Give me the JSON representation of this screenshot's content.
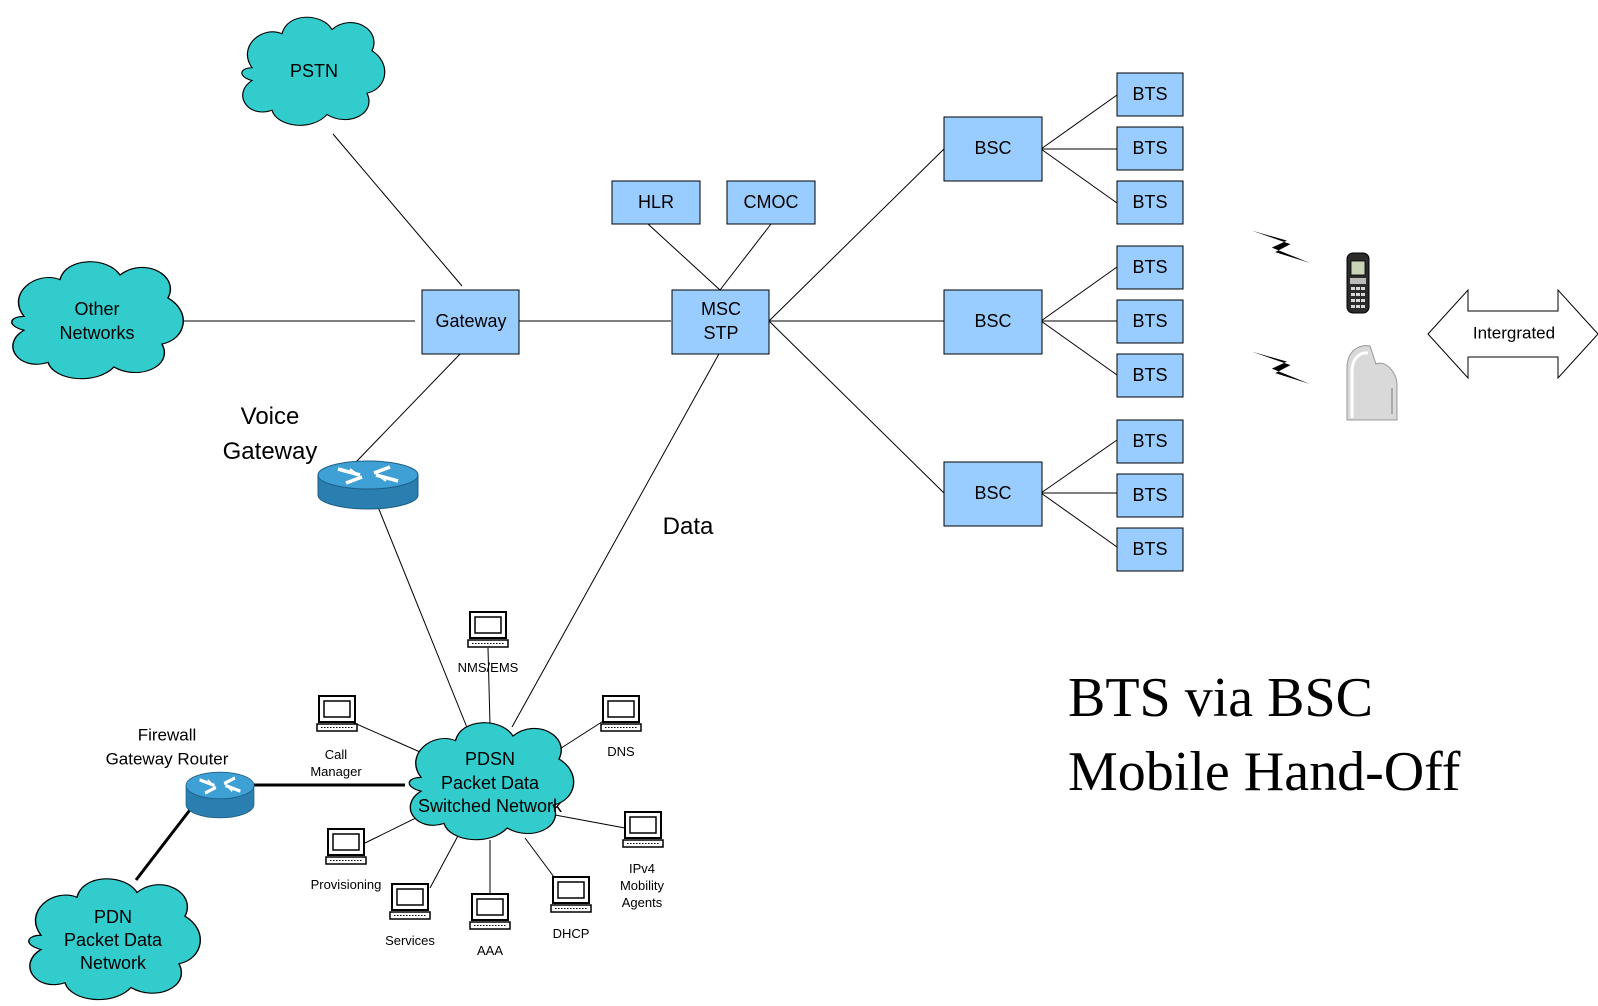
{
  "clouds": {
    "pstn": "PSTN",
    "other_networks": [
      "Other",
      "Networks"
    ],
    "pdsn": [
      "PDSN",
      "Packet Data",
      "Switched Network"
    ],
    "pdn": [
      "PDN",
      "Packet Data",
      "Network"
    ]
  },
  "boxes": {
    "gateway": "Gateway",
    "msc_stp": [
      "MSC",
      "STP"
    ],
    "hlr": "HLR",
    "cmoc": "CMOC",
    "bsc": "BSC",
    "bts": "BTS"
  },
  "labels": {
    "voice_gateway": [
      "Voice",
      "Gateway"
    ],
    "data": "Data",
    "firewall": [
      "Firewall",
      "Gateway Router"
    ],
    "intergrated": "Intergrated"
  },
  "terminals": {
    "nms_ems": "NMS/EMS",
    "call_manager": [
      "Call",
      "Manager"
    ],
    "dns": "DNS",
    "provisioning": "Provisioning",
    "services": "Services",
    "aaa": "AAA",
    "dhcp": "DHCP",
    "ipv4": [
      "IPv4",
      "Mobility",
      "Agents"
    ]
  },
  "title": [
    "BTS via BSC",
    "Mobile Hand-Off"
  ],
  "colors": {
    "box": "#99ccff",
    "cloud": "#33cccc",
    "router": "#3399cc"
  }
}
